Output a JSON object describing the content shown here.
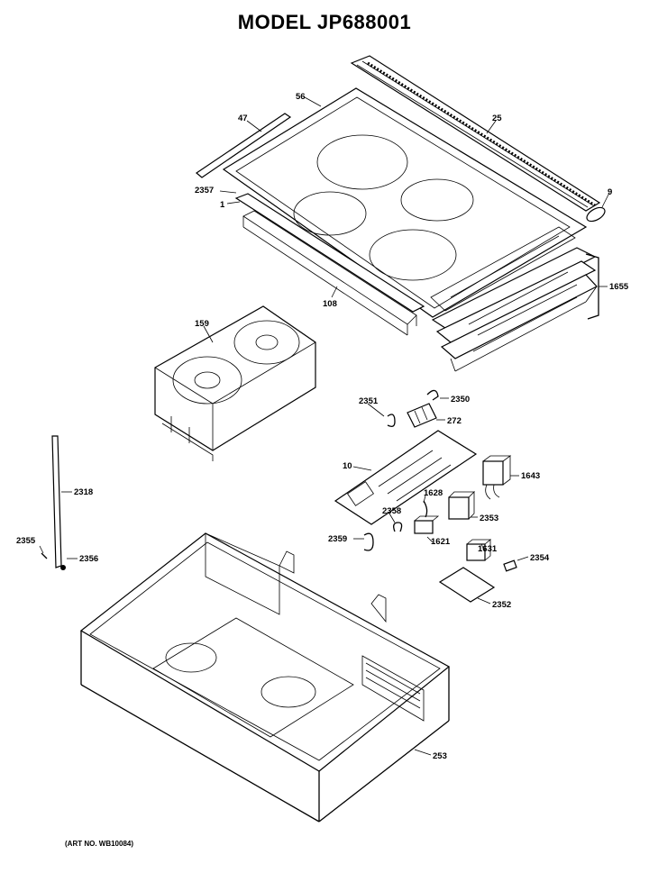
{
  "title": "MODEL JP688001",
  "art_number": "(ART NO. WB10084)",
  "part_labels": {
    "p56": "56",
    "p47": "47",
    "p25": "25",
    "p9": "9",
    "p2357": "2357",
    "p1": "1",
    "p1655": "1655",
    "p108": "108",
    "p159": "159",
    "p2351": "2351",
    "p2350": "2350",
    "p272": "272",
    "p10": "10",
    "p1643": "1643",
    "p1628": "1628",
    "p2358": "2358",
    "p2353": "2353",
    "p2359": "2359",
    "p1621": "1621",
    "p1631": "1631",
    "p2354": "2354",
    "p2352": "2352",
    "p2318": "2318",
    "p2355": "2355",
    "p2356": "2356",
    "p253": "253"
  }
}
